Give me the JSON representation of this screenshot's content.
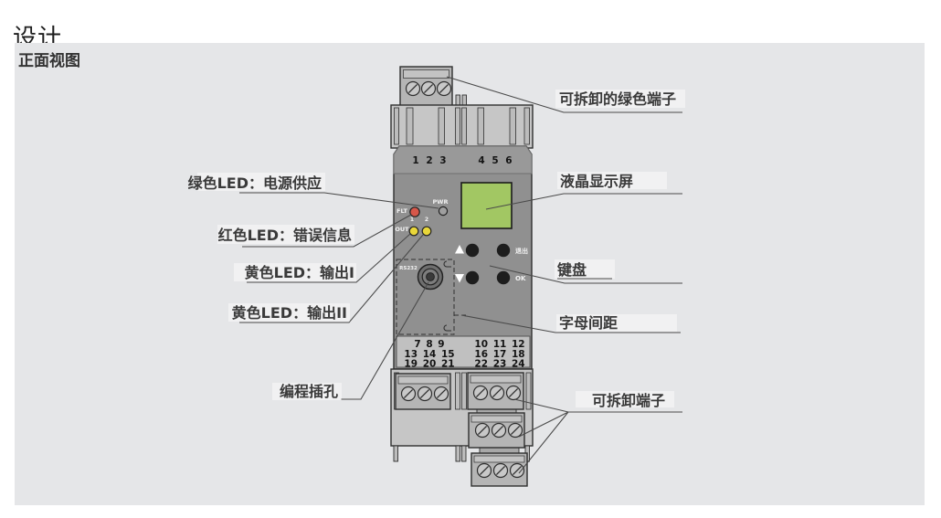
{
  "page": {
    "title": "设计",
    "section": "正面视图"
  },
  "labels": {
    "green_led": "绿色LED：电源供应",
    "red_led": "红色LED：错误信息",
    "yellow_led_1": "黄色LED：输出I",
    "yellow_led_2": "黄色LED：输出II",
    "programming_jack": "编程插孔",
    "removable_green_terminal": "可拆卸的绿色端子",
    "lcd": "液晶显示屏",
    "keypad": "键盘",
    "labeling_area": "字母间距",
    "removable_terminals": "可拆卸端子"
  },
  "device": {
    "pwr": "PWR",
    "flt": "FLT",
    "out": "OUT",
    "out1": "1",
    "out2": "2",
    "rs232": "RS232",
    "exit": "退出",
    "ok": "OK",
    "top_numbers_left": "1 2 3",
    "top_numbers_right": "4 5 6",
    "bottom_left_rows": [
      "7 8 9",
      "13 14 15",
      "19 20 21"
    ],
    "bottom_right_rows": [
      "10 11 12",
      "16 17 18",
      "22 23 24"
    ]
  },
  "colors": {
    "panel_bg": "#e5e6e8",
    "housing": "#c6c6c6",
    "tab": "#bcbcbc",
    "front_panel": "#909090",
    "top_band": "#999999",
    "terminal_block": "#b5b5b5",
    "terminal_inner": "#c3c3c3",
    "screw": "#c8c8c8",
    "number_strip": "#c0c0c0",
    "lcd_green": "#a2c763",
    "led_red": "#d6574a",
    "led_yellow": "#e9d73a",
    "led_off": "#9f9f9f",
    "button_black": "#1d1d1d",
    "outline": "#2f2f2f",
    "leader_line": "#4a4a4a",
    "label_text": "#3a3a3a"
  }
}
